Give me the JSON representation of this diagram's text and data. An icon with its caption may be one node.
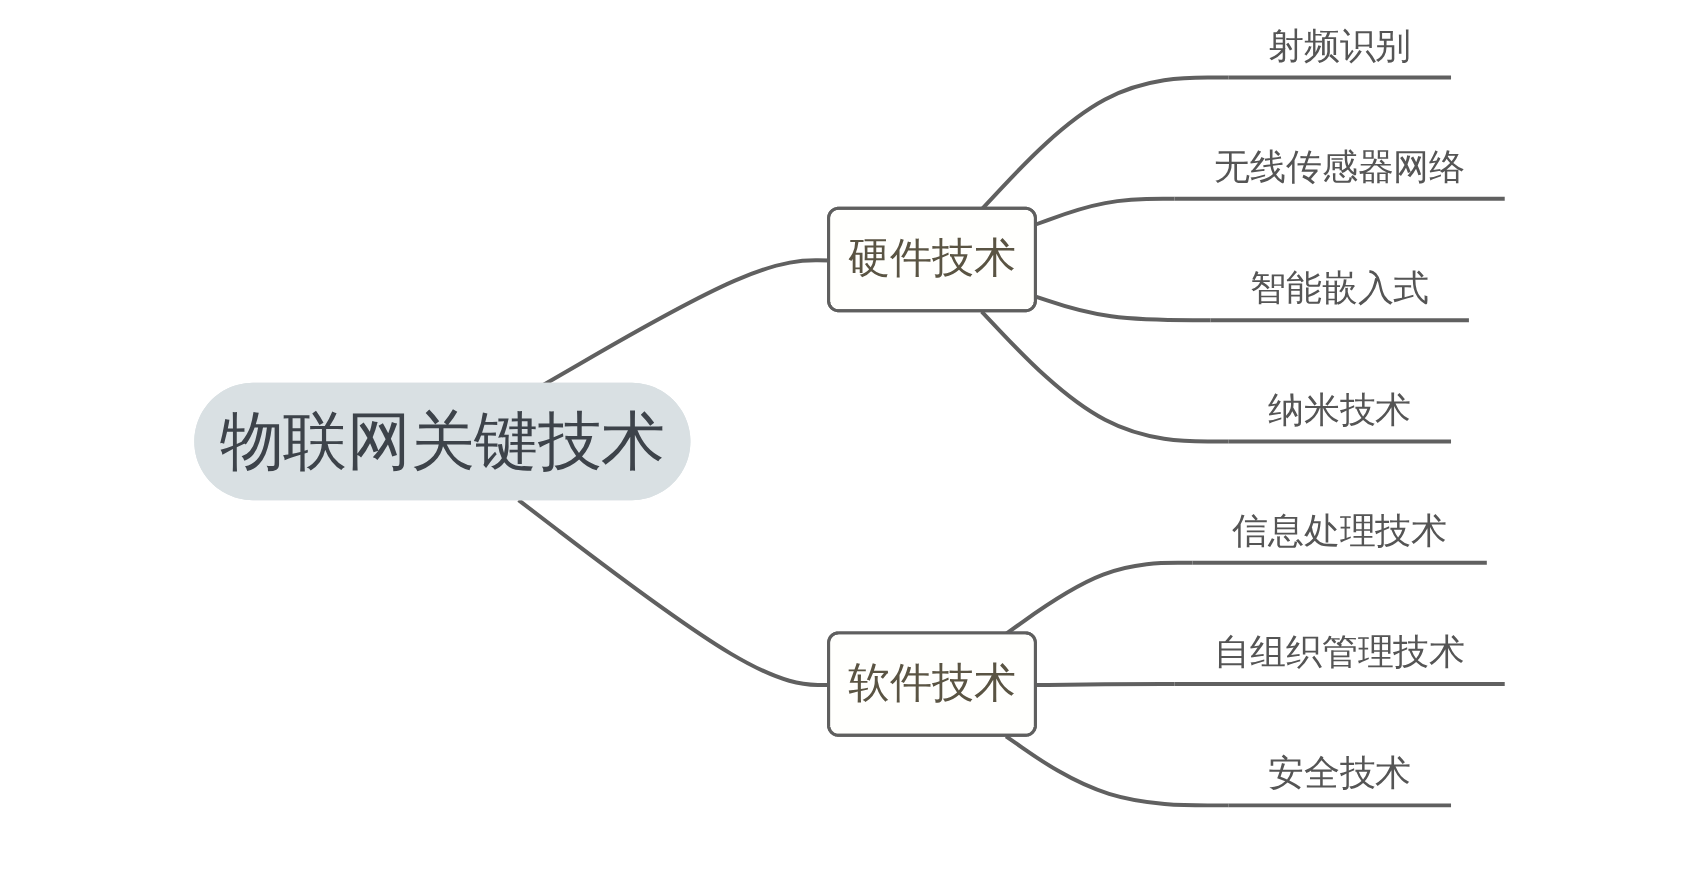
{
  "diagram": {
    "nodes": [
      {
        "text": [
          "物联网关键技术"
        ]
      },
      {
        "text": [
          "硬件技术"
        ]
      },
      {
        "text": [
          "射频识别"
        ]
      },
      {
        "text": [
          "无线传感器网络"
        ]
      },
      {
        "text": [
          "智能嵌入式"
        ]
      },
      {
        "text": [
          "纳米技术"
        ]
      },
      {
        "text": [
          "软件技术"
        ]
      },
      {
        "text": [
          "信息处理技术"
        ]
      },
      {
        "text": [
          "自组织管理技术"
        ]
      },
      {
        "text": [
          "安全技术"
        ]
      }
    ],
    "edges": [
      {
        "from": 0,
        "to": 1,
        "arrow": "none"
      },
      {
        "from": 1,
        "to": 2,
        "arrow": "none"
      },
      {
        "from": 1,
        "to": 3,
        "arrow": "none"
      },
      {
        "from": 1,
        "to": 4,
        "arrow": "none"
      },
      {
        "from": 1,
        "to": 5,
        "arrow": "none"
      },
      {
        "from": 0,
        "to": 6,
        "arrow": "none"
      },
      {
        "from": 6,
        "to": 7,
        "arrow": "none"
      },
      {
        "from": 6,
        "to": 8,
        "arrow": "none"
      },
      {
        "from": 6,
        "to": 9,
        "arrow": "none"
      }
    ]
  }
}
